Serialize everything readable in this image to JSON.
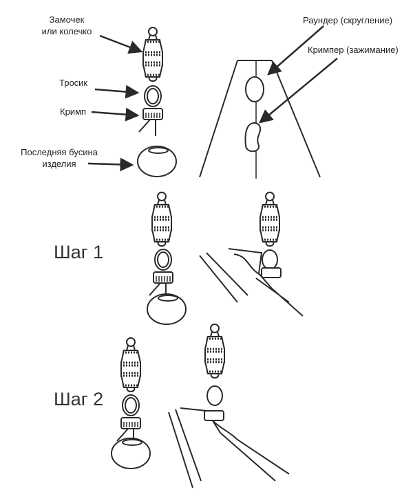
{
  "labels": {
    "clasp_line1": "Замочек",
    "clasp_line2": "или колечко",
    "wire": "Тросик",
    "crimp": "Кримп",
    "bead_line1": "Последняя бусина",
    "bead_line2": "изделия",
    "rounder": "Раундер (скругление)",
    "crimper": "Кримпер (зажимание)"
  },
  "steps": [
    "Шаг 1",
    "Шаг 2"
  ],
  "colors": {
    "ink": "#2a2a2a",
    "background": "#ffffff"
  }
}
